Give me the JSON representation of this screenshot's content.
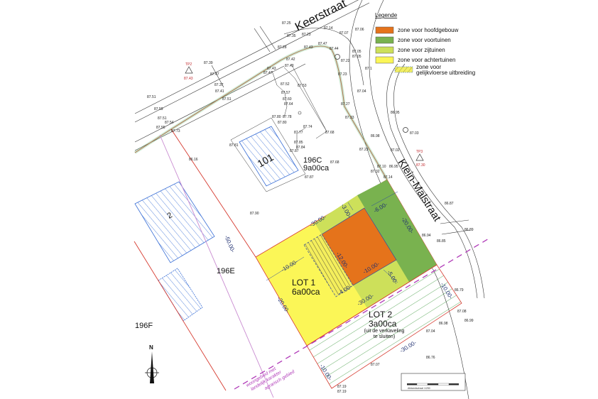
{
  "legend": {
    "title": "Legende",
    "items": [
      {
        "label": "zone voor hoofdgebouw",
        "color": "#e5731b"
      },
      {
        "label": "zone voor voortuinen",
        "color": "#79b24f"
      },
      {
        "label": "zone voor zijtuinen",
        "color": "#cde05a"
      },
      {
        "label": "zone voor achtertuinen",
        "color": "#fbf657"
      },
      {
        "label": "zone voor",
        "label2": "gelijkvloerse uitbreiding",
        "color": "#f2ee63",
        "pattern": "hatched"
      }
    ]
  },
  "streets": {
    "keerstraat": "Keerstraat",
    "klein_malstraat": "Klein-Malstraat"
  },
  "parcels": {
    "p196c": "196C",
    "p196c_area": "9a00ca",
    "p196e": "196E",
    "p196f": "196F",
    "building_101": "101",
    "building_2": "2"
  },
  "lots": {
    "lot1": {
      "name": "LOT 1",
      "area": "6a00ca"
    },
    "lot2": {
      "name": "LOT 2",
      "area": "3a00ca",
      "note1": "(uit de verkaveling",
      "note2": "te sluiten)"
    }
  },
  "dimensions": [
    "-30.00-",
    "-3.00-",
    "-6.00-",
    "-20.00-",
    "-12.00-",
    "-10.00-",
    "-10.00-",
    "-5.00-",
    "-4.00-",
    "-30.00-",
    "-20.00-",
    "-10.00-",
    "-30.00-",
    "-10.00-",
    "-50.00-"
  ],
  "zone_border": {
    "line1": "woongebied met",
    "line2": "landelijk karakter",
    "line3": "agrarisch gebied"
  },
  "survey_points": {
    "tp2": {
      "name": "TP2",
      "elevation": "87.43"
    },
    "tp3": {
      "name": "TP3",
      "elevation": "87.30"
    }
  },
  "elevations": [
    "87.25",
    "87.35",
    "87.23",
    "87.14",
    "87.07",
    "87.06",
    "87.28",
    "87.43",
    "87.47",
    "87.44",
    "87.22",
    "87.05",
    "87.05",
    "87.39",
    "87.47",
    "87.43",
    "87.42",
    "87.43",
    "87.47",
    "87.23",
    "87.1",
    "87.37",
    "87.41",
    "87.51",
    "87.53",
    "87.52",
    "87.57",
    "87.60",
    "87.64",
    "87.04",
    "87.27",
    "87.51",
    "87.59",
    "87.33",
    "87.80",
    "87.78",
    "87.80",
    "87.74",
    "87.77",
    "87.68",
    "86.98",
    "86.95",
    "87.03",
    "87.51",
    "87.54",
    "87.55",
    "87.73",
    "87.85",
    "87.84",
    "87.87",
    "87.81",
    "87.23",
    "87.02",
    "87.68",
    "87.10",
    "86.95",
    "87.32",
    "87.14",
    "87.87",
    "87.90",
    "86.16",
    "86.87",
    "86.94",
    "86.85",
    "86.89",
    "86.79",
    "87.08",
    "86.99",
    "86.98",
    "87.04",
    "86.76",
    "87.07",
    "87.19",
    "87.19"
  ],
  "north_arrow": "N",
  "scale_bar": {
    "label": "Afstandschaal 1/250"
  },
  "colors": {
    "boundary": "#d63a2f",
    "building_hatch": "#3a6fd6",
    "zone_border": "#b03ab8",
    "lot2_hatch": "#3f9a3f"
  }
}
